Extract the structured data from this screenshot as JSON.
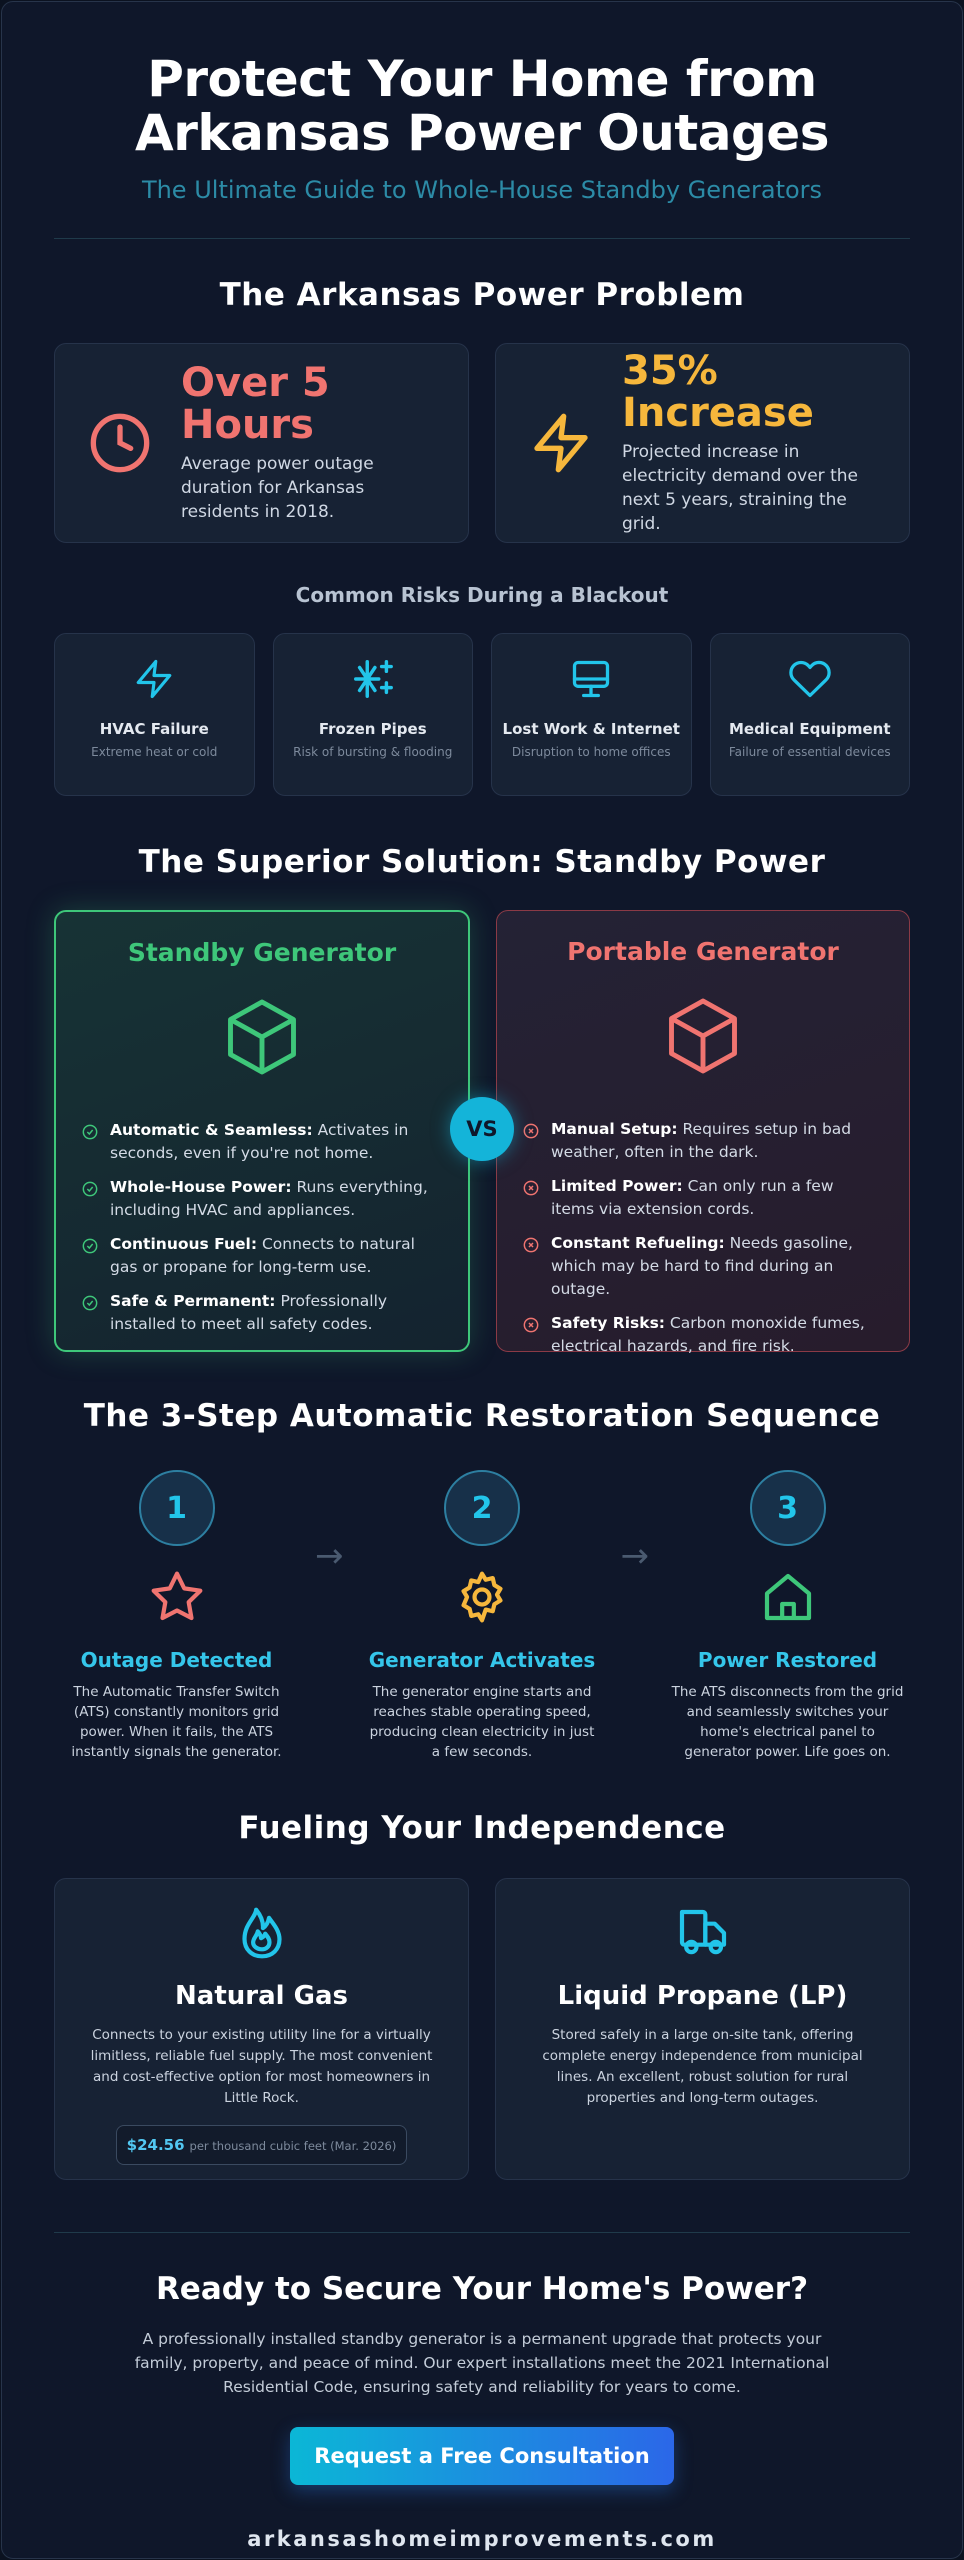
{
  "header": {
    "title_line1": "Protect Your Home from",
    "title_line2": "Arkansas Power Outages",
    "subtitle": "The Ultimate Guide to Whole-House Standby Generators"
  },
  "problem": {
    "title": "The Arkansas Power Problem",
    "stats": [
      {
        "value": "Over 5 Hours",
        "desc": "Average power outage duration for Arkansas residents in 2018.",
        "color": "#f07470",
        "icon": "clock-icon"
      },
      {
        "value": "35% Increase",
        "desc": "Projected increase in electricity demand over the next 5 years, straining the grid.",
        "color": "#f6b73c",
        "icon": "lightning-icon"
      }
    ],
    "risks_title": "Common Risks During a Blackout",
    "risks": [
      {
        "title": "HVAC Failure",
        "sub": "Extreme heat or cold",
        "icon": "lightning-icon"
      },
      {
        "title": "Frozen Pipes",
        "sub": "Risk of bursting & flooding",
        "icon": "sparkles-icon"
      },
      {
        "title": "Lost Work & Internet",
        "sub": "Disruption to home offices",
        "icon": "monitor-icon"
      },
      {
        "title": "Medical Equipment",
        "sub": "Failure of essential devices",
        "icon": "heart-icon"
      }
    ]
  },
  "solution": {
    "title": "The Superior Solution: Standby Power",
    "vs": "VS",
    "standby": {
      "title": "Standby Generator",
      "items": [
        {
          "bold": "Automatic & Seamless:",
          "text": " Activates in seconds, even if you're not home."
        },
        {
          "bold": "Whole-House Power:",
          "text": " Runs everything, including HVAC and appliances."
        },
        {
          "bold": "Continuous Fuel:",
          "text": " Connects to natural gas or propane for long-term use."
        },
        {
          "bold": "Safe & Permanent:",
          "text": " Professionally installed to meet all safety codes."
        }
      ]
    },
    "portable": {
      "title": "Portable Generator",
      "items": [
        {
          "bold": "Manual Setup:",
          "text": " Requires setup in bad weather, often in the dark."
        },
        {
          "bold": "Limited Power:",
          "text": " Can only run a few items via extension cords."
        },
        {
          "bold": "Constant Refueling:",
          "text": " Needs gasoline, which may be hard to find during an outage."
        },
        {
          "bold": "Safety Risks:",
          "text": " Carbon monoxide fumes, electrical hazards, and fire risk."
        }
      ]
    }
  },
  "sequence": {
    "title": "The 3-Step Automatic Restoration Sequence",
    "arrow": "→",
    "steps": [
      {
        "num": "1",
        "title": "Outage Detected",
        "desc": "The Automatic Transfer Switch (ATS) constantly monitors grid power. When it fails, the ATS instantly signals the generator.",
        "icon": "star-icon"
      },
      {
        "num": "2",
        "title": "Generator Activates",
        "desc": "The generator engine starts and reaches stable operating speed, producing clean electricity in just a few seconds.",
        "icon": "gear-icon"
      },
      {
        "num": "3",
        "title": "Power Restored",
        "desc": "The ATS disconnects from the grid and seamlessly switches your home's electrical panel to generator power. Life goes on.",
        "icon": "home-icon"
      }
    ]
  },
  "fuel": {
    "title": "Fueling Your Independence",
    "cards": [
      {
        "title": "Natural Gas",
        "desc": "Connects to your existing utility line for a virtually limitless, reliable fuel supply. The most convenient and cost-effective option for most homeowners in Little Rock.",
        "price": "$24.56",
        "price_unit": "per thousand cubic feet (Mar. 2026)",
        "icon": "flame-icon"
      },
      {
        "title": "Liquid Propane (LP)",
        "desc": "Stored safely in a large on-site tank, offering complete energy independence from municipal lines. An excellent, robust solution for rural properties and long-term outages.",
        "icon": "truck-icon"
      }
    ]
  },
  "cta": {
    "title": "Ready to Secure Your Home's Power?",
    "text": "A professionally installed standby generator is a permanent upgrade that protects your family, property, and peace of mind. Our expert installations meet the 2021 International Residential Code, ensuring safety and reliability for years to come.",
    "button": "Request a Free Consultation",
    "site": "arkansashomeimprovements.com"
  },
  "colors": {
    "accent": "#22c5ea",
    "good": "#3ec77a",
    "bad": "#f07470",
    "warning": "#f6b73c"
  }
}
